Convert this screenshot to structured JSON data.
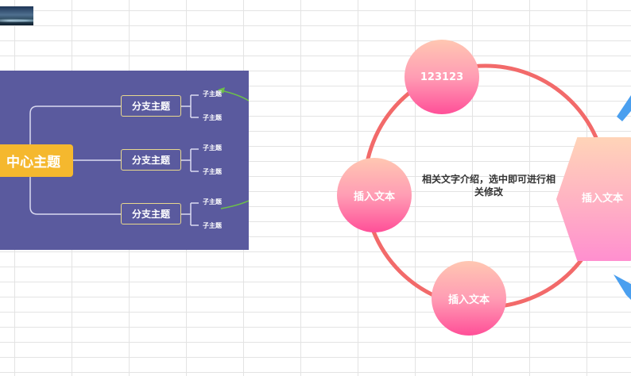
{
  "mind_map": {
    "center_topic": "中心主题",
    "branches": [
      {
        "label": "分支主题",
        "subtopics": [
          "子主题",
          "子主题"
        ]
      },
      {
        "label": "分支主题",
        "subtopics": [
          "子主题",
          "子主题"
        ]
      },
      {
        "label": "分支主题",
        "subtopics": [
          "子主题",
          "子主题"
        ]
      }
    ]
  },
  "cycle_diagram": {
    "top_node": "123123",
    "left_node": "插入文本",
    "bottom_node": "插入文本",
    "right_node": "插入文本",
    "center_text": "相关文字介绍，选中即可进行相关修改"
  },
  "colors": {
    "mind_map_bg": "#5a5a9e",
    "center_topic": "#f5b82e",
    "branch_border": "#e8d88e",
    "ring": "#f26a6a",
    "arrow": "#4a9fef",
    "green_connector": "#6cc04a"
  }
}
